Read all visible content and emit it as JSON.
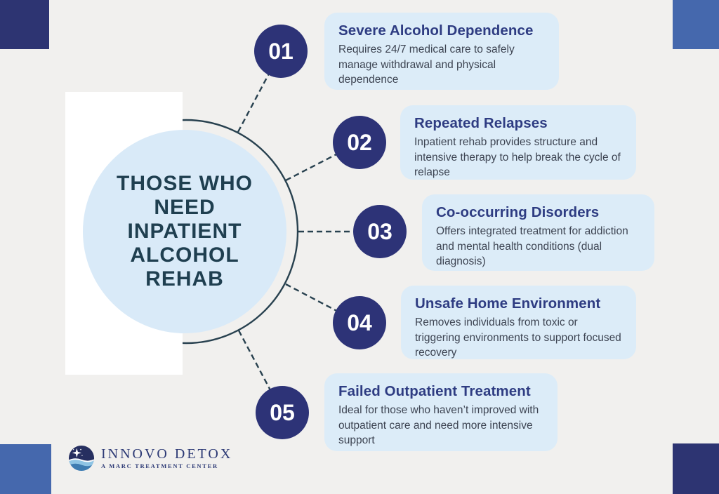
{
  "center": {
    "title_lines": [
      "THOSE WHO",
      "NEED",
      "INPATIENT",
      "ALCOHOL",
      "REHAB"
    ]
  },
  "items": [
    {
      "number": "01",
      "title": "Severe Alcohol Dependence",
      "description": "Requires 24/7 medical care to safely manage withdrawal and physical dependence"
    },
    {
      "number": "02",
      "title": "Repeated Relapses",
      "description": "Inpatient rehab provides structure and intensive therapy to help break the cycle of relapse"
    },
    {
      "number": "03",
      "title": "Co-occurring Disorders",
      "description": "Offers integrated treatment for addiction and mental health conditions (dual diagnosis)"
    },
    {
      "number": "04",
      "title": "Unsafe Home Environment",
      "description": "Removes individuals from toxic or triggering environments to support focused recovery"
    },
    {
      "number": "05",
      "title": "Failed Outpatient Treatment",
      "description": "Ideal for those who haven’t improved with outpatient care and need more intensive support"
    }
  ],
  "footer": {
    "brand": "INNOVO DETOX",
    "tagline": "A MARC TREATMENT CENTER"
  },
  "palette": {
    "background": "#f1f0ee",
    "corner_navy": "#2d3472",
    "corner_blue": "#4568ad",
    "badge_fill": "#2d3377",
    "badge_text": "#ffffff",
    "card_background": "#dcecf8",
    "card_title": "#2e3c82",
    "card_body_text": "#3d4452",
    "center_circle_fill": "#d9eaf8",
    "center_title_text": "#1f3f50",
    "connector_stroke": "#28414f",
    "brand_text": "#2d3a75"
  }
}
